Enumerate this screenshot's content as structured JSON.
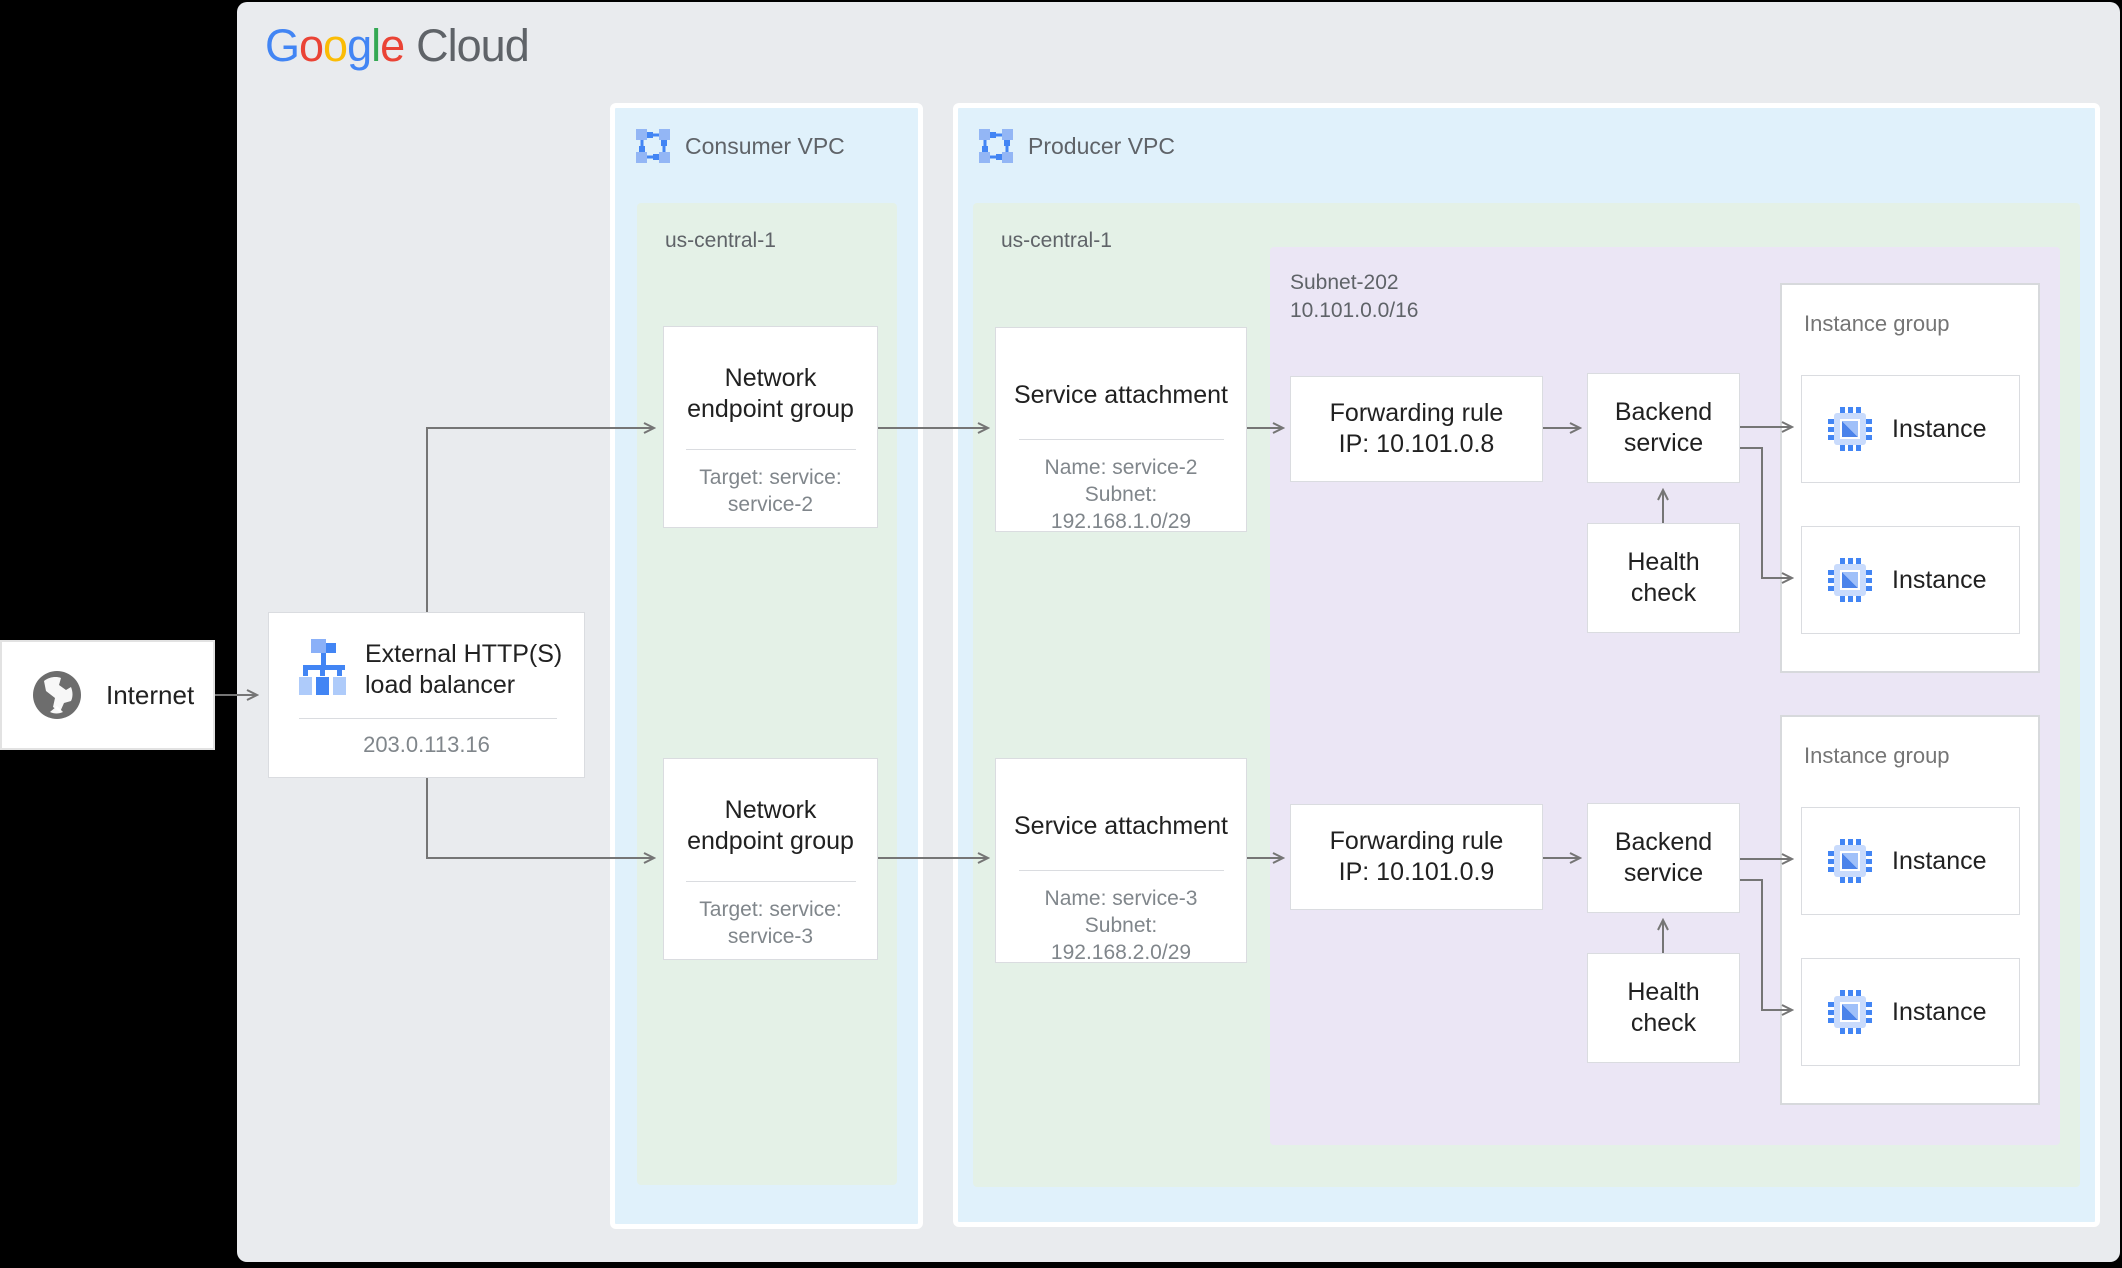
{
  "logo": {
    "letters": [
      {
        "char": "G",
        "color": "#4285F4"
      },
      {
        "char": "o",
        "color": "#EA4335"
      },
      {
        "char": "o",
        "color": "#FBBC05"
      },
      {
        "char": "g",
        "color": "#4285F4"
      },
      {
        "char": "l",
        "color": "#34A853"
      },
      {
        "char": "e",
        "color": "#EA4335"
      }
    ],
    "suffix": "Cloud"
  },
  "internet": {
    "label": "Internet"
  },
  "load_balancer": {
    "title": "External HTTP(S) load balancer",
    "ip": "203.0.113.16"
  },
  "consumer_vpc": {
    "label": "Consumer VPC",
    "region": {
      "label": "us-central-1",
      "endpoint_groups": [
        {
          "title": "Network endpoint group",
          "target_line1": "Target: service:",
          "target_line2": "service-2"
        },
        {
          "title": "Network endpoint group",
          "target_line1": "Target: service:",
          "target_line2": "service-3"
        }
      ]
    }
  },
  "producer_vpc": {
    "label": "Producer VPC",
    "region": {
      "label": "us-central-1",
      "service_attachments": [
        {
          "title": "Service attachment",
          "name": "Name: service-2",
          "subnet_label": "Subnet:",
          "subnet_cidr": "192.168.1.0/29"
        },
        {
          "title": "Service attachment",
          "name": "Name: service-3",
          "subnet_label": "Subnet:",
          "subnet_cidr": "192.168.2.0/29"
        }
      ],
      "subnet": {
        "name": "Subnet-202",
        "cidr": "10.101.0.0/16",
        "forwarding_rules": [
          {
            "title": "Forwarding rule",
            "ip": "IP: 10.101.0.8"
          },
          {
            "title": "Forwarding rule",
            "ip": "IP: 10.101.0.9"
          }
        ],
        "backend_service_label": "Backend service",
        "health_check_label": "Health check",
        "instance_groups": [
          {
            "label": "Instance group",
            "instances": [
              "Instance",
              "Instance"
            ]
          },
          {
            "label": "Instance group",
            "instances": [
              "Instance",
              "Instance"
            ]
          }
        ]
      }
    }
  },
  "colors": {
    "canvas": "#e9ebee",
    "vpc_fill": "#e0f1fb",
    "region_fill": "#e4f1e7",
    "subnet_fill": "#ebe6f5",
    "arrow": "#757575",
    "icon_blue": "#4285F4",
    "icon_blue_light": "#aecbfa",
    "title_text": "#212121",
    "muted_text": "#80868b",
    "label_text": "#5f6368"
  }
}
